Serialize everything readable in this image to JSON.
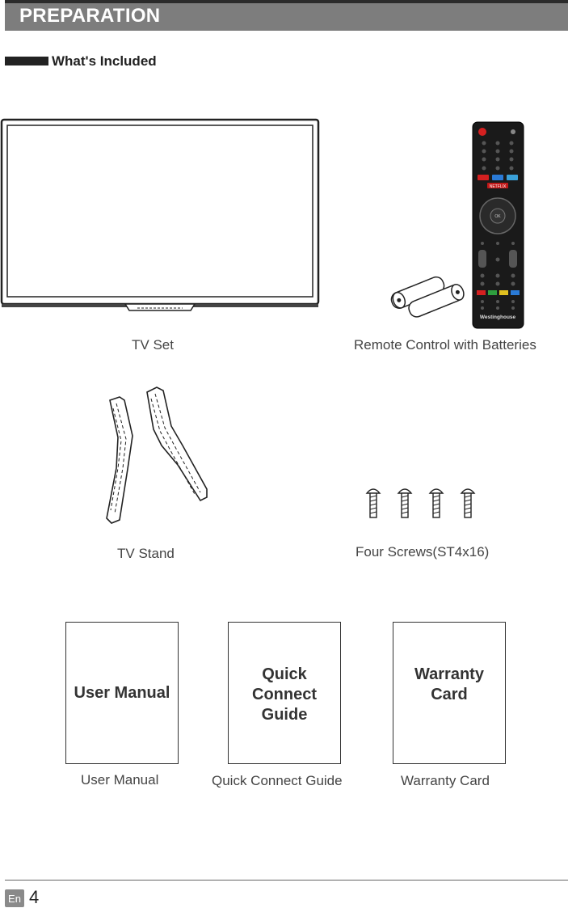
{
  "header": {
    "title": "PREPARATION"
  },
  "section": {
    "title": "What's Included"
  },
  "items": {
    "tv_set": "TV Set",
    "remote": "Remote Control with Batteries",
    "stand": "TV Stand",
    "screws": "Four Screws(ST4x16)",
    "user_manual": "User Manual",
    "quick_guide": "Quick Connect Guide",
    "warranty": "Warranty Card"
  },
  "documents": {
    "user_manual_cover": "User Manual",
    "quick_guide_line1": "Quick",
    "quick_guide_line2": "Connect",
    "quick_guide_line3": "Guide",
    "warranty_line1": "Warranty",
    "warranty_line2": "Card"
  },
  "remote_labels": {
    "netflix": "NETFLIX",
    "brand": "Westinghouse",
    "ok": "OK"
  },
  "footer": {
    "lang": "En",
    "page": "4"
  }
}
